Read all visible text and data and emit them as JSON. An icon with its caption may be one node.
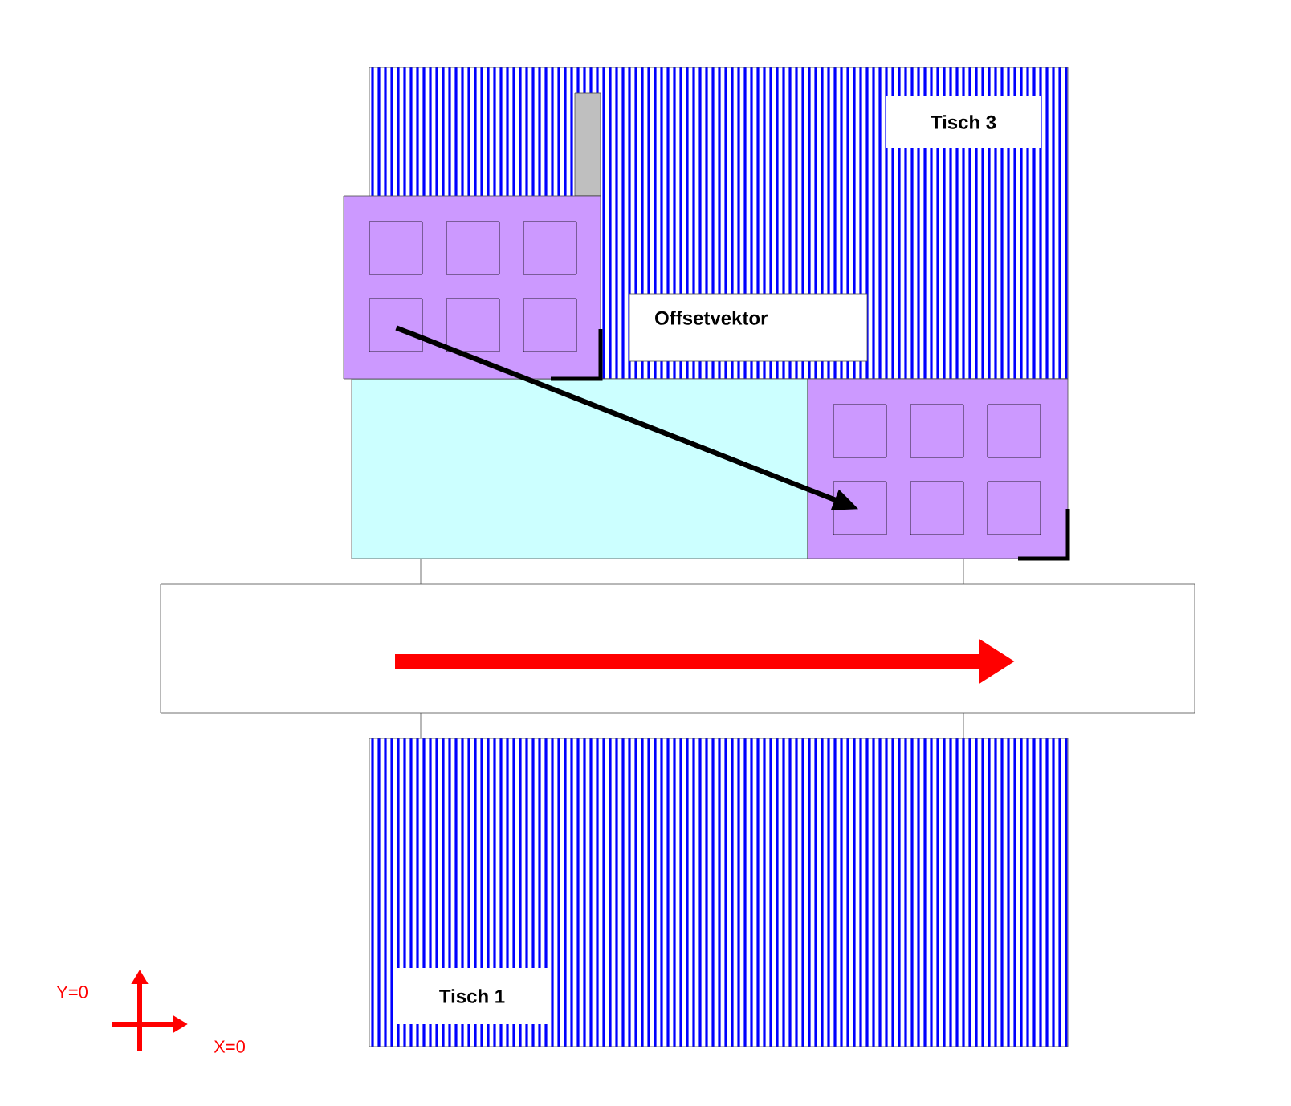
{
  "diagram": {
    "nodes": [
      {
        "text": [
          "Tisch 3"
        ]
      },
      {
        "text": [
          "Tisch 1"
        ]
      },
      {
        "text": [],
        "shape": "box"
      },
      {
        "text": [],
        "shape": "box"
      }
    ],
    "edges": [
      {
        "from": 2,
        "to": 3,
        "arrow": "to"
      }
    ],
    "labels": [
      "Offsetvektor",
      "Y=0",
      "X=0"
    ]
  }
}
